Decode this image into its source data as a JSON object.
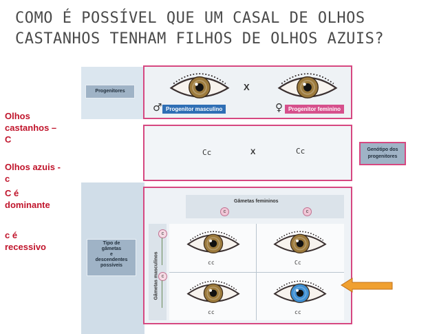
{
  "slide": {
    "title": "COMO É POSSÍVEL QUE UM CASAL DE OLHOS\nCASTANHOS TENHAM FILHOS DE OLHOS AZUIS?"
  },
  "legend": {
    "brown": "Olhos\ncastanhos –\nC",
    "blue": "Olhos azuis -\nc",
    "dominant": "C é\ndominante",
    "recessive": "c é\nrecessivo"
  },
  "figure": {
    "progenitores_label": "Progenitores",
    "cross_symbol": "X",
    "male_symbol": "♂",
    "female_symbol": "♀",
    "male_tag": "Progenitor masculino",
    "female_tag": "Progenitor feminino",
    "parent_genotypes": [
      "Cc",
      "Cc"
    ],
    "genotype_label": "Genótipo dos\nprogenitores",
    "female_gametes_label": "Gâmetas femininos",
    "male_gametes_label": "Gâmetas masculinos",
    "gamete_letter": "c",
    "offspring_label": "Tipo de\ngâmetas\ne\ndescendentes\npossíveis",
    "offspring_genotypes": [
      "cc",
      "Cc",
      "cc",
      "cc"
    ],
    "colors": {
      "male_tag": "#2f6fb5",
      "female_tag": "#d6508c",
      "brown_iris": "#9c7a3c",
      "blue_iris": "#3f8fd2",
      "arrow": "#f0a030",
      "panel_border": "#d64780",
      "title": "#4a4a4a",
      "legend_text": "#c0142b"
    }
  }
}
